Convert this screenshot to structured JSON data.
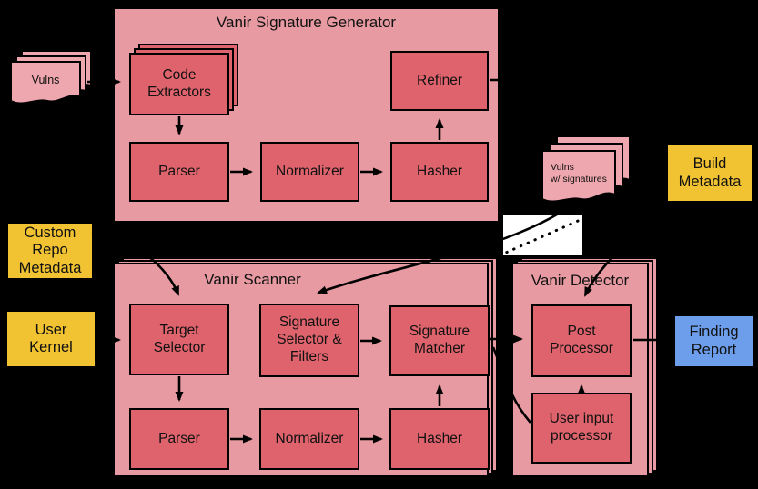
{
  "generator": {
    "title": "Vanir Signature Generator",
    "boxes": {
      "code_extractors": "Code\nExtractors",
      "parser": "Parser",
      "normalizer": "Normalizer",
      "hasher": "Hasher",
      "refiner": "Refiner"
    }
  },
  "scanner": {
    "title": "Vanir Scanner",
    "boxes": {
      "target_selector": "Target\nSelector",
      "signature_selector": "Signature\nSelector &\nFilters",
      "signature_matcher": "Signature\nMatcher",
      "parser": "Parser",
      "normalizer": "Normalizer",
      "hasher": "Hasher"
    }
  },
  "detector": {
    "title": "Vanir Detector",
    "boxes": {
      "post_processor": "Post\nProcessor",
      "user_input_processor": "User input\nprocessor"
    }
  },
  "artifacts": {
    "vulns": "Vulns",
    "vulns_with_signatures": "Vulns\nw/ signatures"
  },
  "inputs": {
    "custom_repo_metadata": "Custom\nRepo\nMetadata",
    "user_kernel": "User\nKernel",
    "build_metadata": "Build\nMetadata"
  },
  "outputs": {
    "finding_report": "Finding\nReport"
  },
  "colors": {
    "background": "#000000",
    "container_pink": "#e79aa1",
    "module_red": "#de636c",
    "document_pink": "#eea7ae",
    "metadata_yellow": "#f1c232",
    "report_blue": "#6d9eeb",
    "arrow": "#000000"
  }
}
